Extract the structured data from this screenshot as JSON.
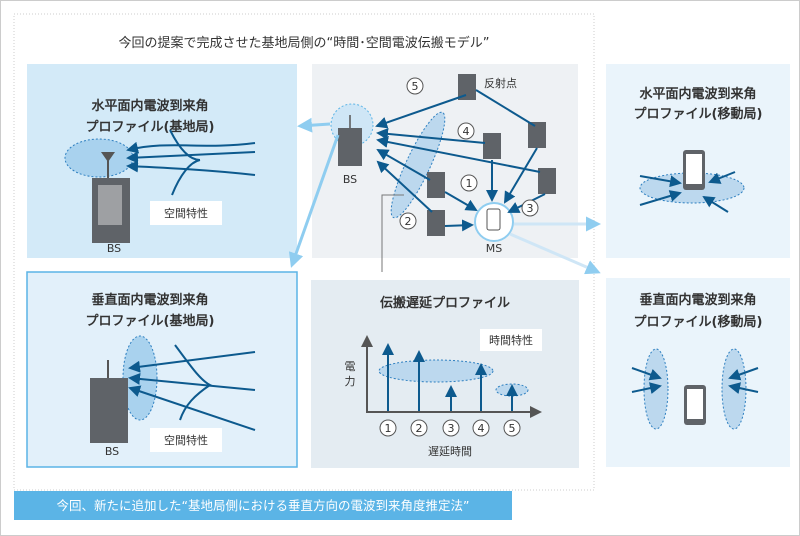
{
  "title": "今回の提案で完成させた基地局側の“時間･空間電波伝搬モデル”",
  "panels": {
    "bs_horizontal": {
      "title_line1": "水平面内電波到来角",
      "title_line2": "プロファイル(基地局)",
      "callout": "空間特性",
      "station_label": "BS"
    },
    "bs_vertical": {
      "title_line1": "垂直面内電波到来角",
      "title_line2": "プロファイル(基地局)",
      "callout": "空間特性",
      "station_label": "BS"
    },
    "scene": {
      "bs_label": "BS",
      "ms_label": "MS",
      "reflector_label": "反射点",
      "path_numbers": [
        "1",
        "2",
        "3",
        "4",
        "5"
      ]
    },
    "delay_profile": {
      "title": "伝搬遅延プロファイル",
      "y_label_1": "電",
      "y_label_2": "力",
      "x_label": "遅延時間",
      "callout": "時間特性",
      "ticks": [
        "1",
        "2",
        "3",
        "4",
        "5"
      ]
    },
    "ms_horizontal": {
      "title_line1": "水平面内電波到来角",
      "title_line2": "プロファイル(移動局)"
    },
    "ms_vertical": {
      "title_line1": "垂直面内電波到来角",
      "title_line2": "プロファイル(移動局)"
    }
  },
  "banner": "今回、新たに追加した“基地局側における垂直方向の電波到来角度推定法”",
  "colors": {
    "accent": "#5bb4e6",
    "ray": "#0d5a8e",
    "panel_blue": "#d3eaf8",
    "panel_gray": "#eef1f4"
  }
}
